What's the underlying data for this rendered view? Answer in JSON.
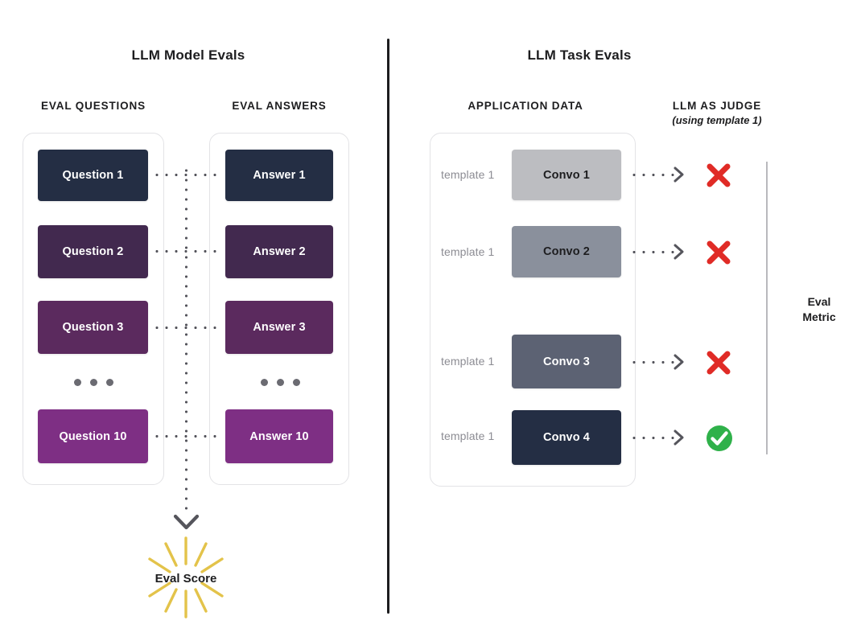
{
  "diagram": {
    "panels": [
      {
        "id": "llm-model-evals",
        "title": "LLM Model Evals",
        "columns": [
          {
            "id": "eval-questions",
            "heading": "EVAL QUESTIONS"
          },
          {
            "id": "eval-answers",
            "heading": "EVAL ANSWERS"
          }
        ]
      },
      {
        "id": "llm-task-evals",
        "title": "LLM Task Evals",
        "columns": [
          {
            "id": "application-data",
            "heading": "APPLICATION DATA"
          },
          {
            "id": "llm-as-judge",
            "heading": "LLM AS JUDGE",
            "subheading": "(using template 1)"
          }
        ]
      }
    ]
  },
  "questions": [
    {
      "label": "Question 1",
      "color": "#242E44"
    },
    {
      "label": "Question 2",
      "color": "#42294F"
    },
    {
      "label": "Question 3",
      "color": "#5B2A5E"
    },
    {
      "label": "Question 10",
      "color": "#7E2F84"
    }
  ],
  "answers": [
    {
      "label": "Answer 1",
      "color": "#242E44"
    },
    {
      "label": "Answer 2",
      "color": "#42294F"
    },
    {
      "label": "Answer 3",
      "color": "#5B2A5E"
    },
    {
      "label": "Answer 10",
      "color": "#7E2F84"
    }
  ],
  "convos": [
    {
      "template": "template 1",
      "label": "Convo 1",
      "color": "#BCBDC1",
      "text_color": "#1d1d1f",
      "verdict": "fail"
    },
    {
      "template": "template 1",
      "label": "Convo 2",
      "color": "#8A909C",
      "text_color": "#1d1d1f",
      "verdict": "fail"
    },
    {
      "template": "template 1",
      "label": "Convo 3",
      "color": "#5C6273",
      "text_color": "#ffffff",
      "verdict": "fail"
    },
    {
      "template": "template 1",
      "label": "Convo 4",
      "color": "#242E44",
      "text_color": "#ffffff",
      "verdict": "pass"
    }
  ],
  "verdict_icons": {
    "fail": "cross-mark-icon",
    "pass": "check-mark-icon"
  },
  "eval_metric": {
    "line1": "Eval",
    "line2": "Metric"
  },
  "eval_score": {
    "label": "Eval Score"
  },
  "colors": {
    "navy": "#242E44",
    "purple_dark": "#42294F",
    "purple_mid": "#5B2A5E",
    "purple_light": "#7E2F84",
    "gray_1": "#BCBDC1",
    "gray_2": "#8A909C",
    "gray_3": "#5C6273",
    "fail_red": "#E02B26",
    "pass_green": "#2FB14A",
    "starburst_gold": "#E3C34A",
    "dot_gray": "#55555c",
    "card_border": "#e3e3e6",
    "divider": "#1d1d1f",
    "metric_line": "#b9b9bd"
  }
}
